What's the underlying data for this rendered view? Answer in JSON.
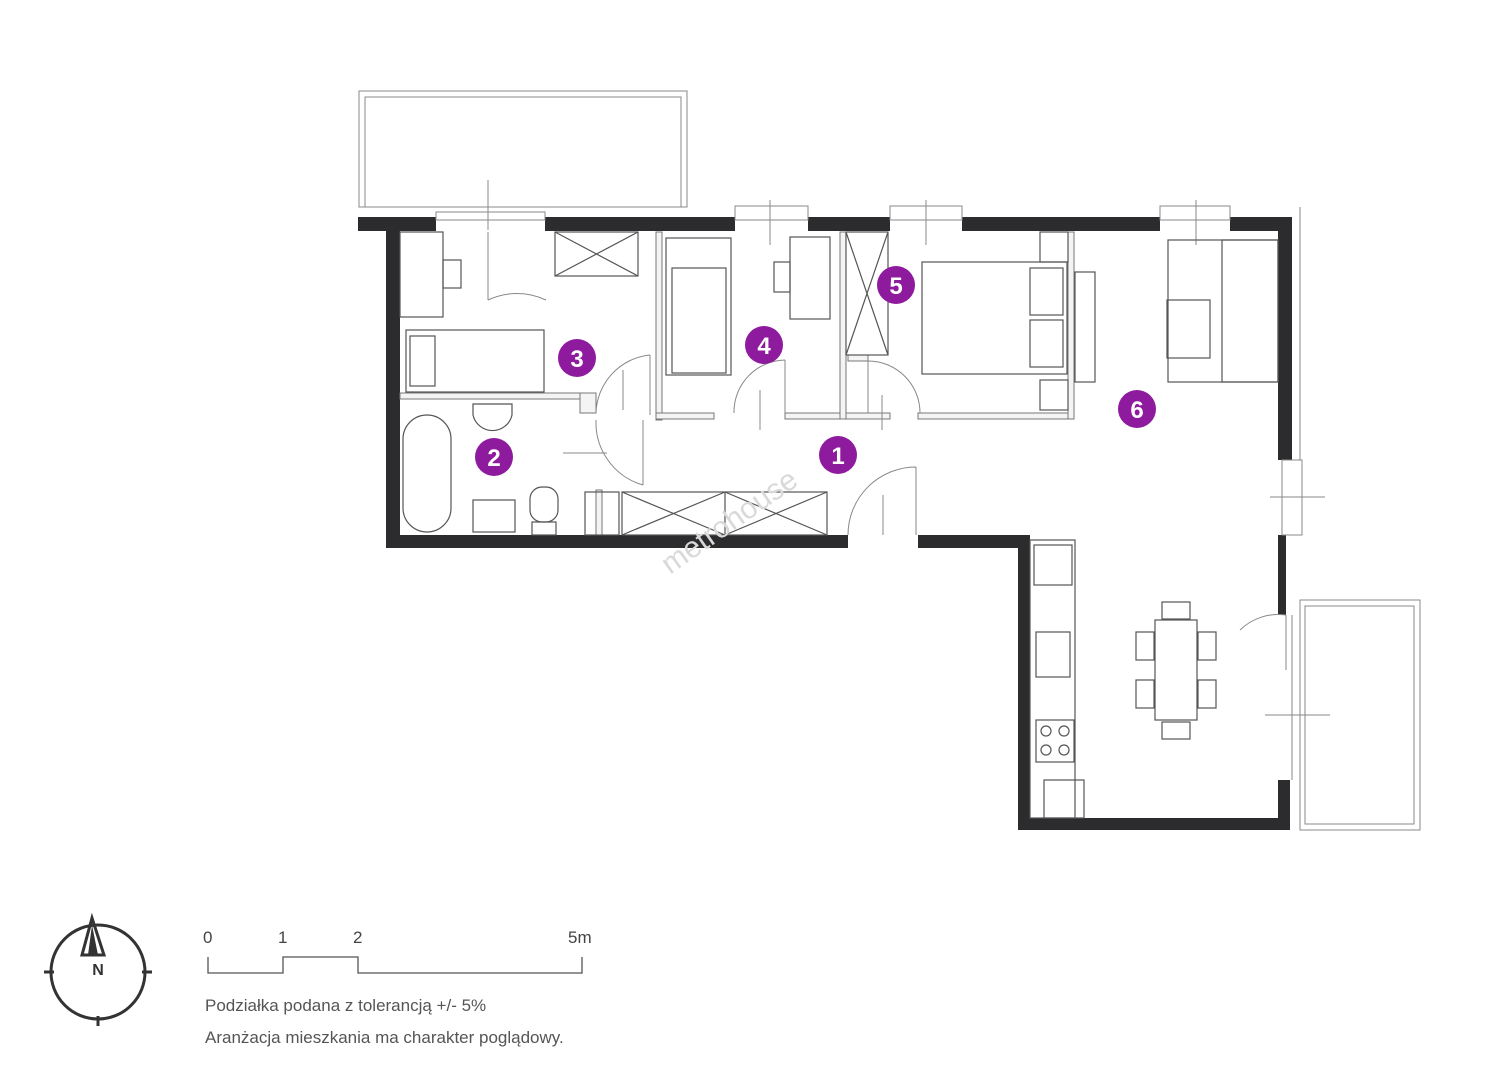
{
  "plan": {
    "rooms": [
      {
        "number": "1"
      },
      {
        "number": "2"
      },
      {
        "number": "3"
      },
      {
        "number": "4"
      },
      {
        "number": "5"
      },
      {
        "number": "6"
      }
    ],
    "marker_color": "#8e1a9e",
    "watermark": "metrohouse"
  },
  "compass": {
    "north_label": "N"
  },
  "scale": {
    "ticks": [
      "0",
      "1",
      "2",
      "5m"
    ]
  },
  "notes": [
    "Podziałka podana z tolerancją +/- 5%",
    "Aranżacja mieszkania ma charakter poglądowy."
  ]
}
